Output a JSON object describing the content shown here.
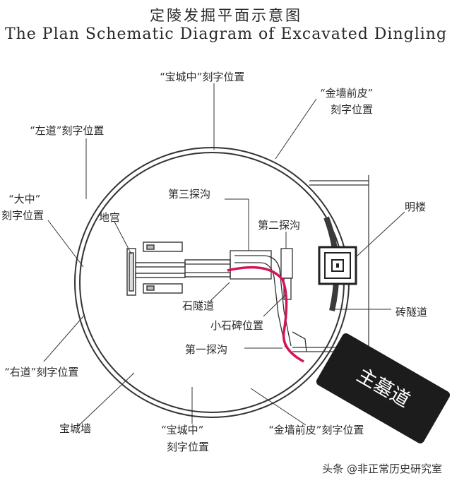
{
  "title_cn": "定陵发掘平面示意图",
  "title_en": "The Plan Schematic Diagram of Excavated Dingling",
  "labels": {
    "baocheng_top": "“宝城中”刻字位置",
    "jinqiang_top_1": "“金墙前皮”",
    "jinqiang_top_2": "刻字位置",
    "zuodao": "“左道”刻字位置",
    "dazhong_1": "“大中”",
    "dazhong_2": "刻字位置",
    "digong": "地宫",
    "tangou3": "第三探沟",
    "tangou2": "第二探沟",
    "minglou": "明楼",
    "shisuidao": "石隧道",
    "xiaoshibei": "小石碑位置",
    "zhuansuidao": "砖隧道",
    "tangou1": "第一探沟",
    "youdao": "“右道”刻字位置",
    "baochengqiang": "宝城墙",
    "baocheng_bottom_1": "“宝城中”",
    "baocheng_bottom_2": "刻字位置",
    "jinqiang_bottom": "“金墙前皮”刻字位置"
  },
  "badge": "主墓道",
  "watermark": "头条 @非正常历史研究室",
  "colors": {
    "annotation_path": "#d4145a",
    "line": "#333333",
    "badge_bg": "#1c1c1c"
  }
}
